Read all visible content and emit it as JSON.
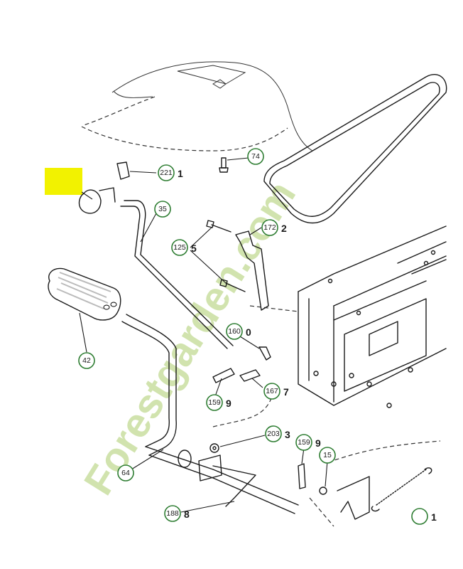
{
  "highlight": {
    "color": "#f2f200"
  },
  "watermark": {
    "text": "Forestgarden.com",
    "color_green": "#c9dfa0",
    "color_orange": "#f5c890"
  },
  "tag_color": "#2e7d32",
  "callouts": [
    {
      "id": "221",
      "qty": "1"
    },
    {
      "id": "74",
      "qty": ""
    },
    {
      "id": "35",
      "qty": ""
    },
    {
      "id": "172",
      "qty": "2"
    },
    {
      "id": "125",
      "qty": "5"
    },
    {
      "id": "42",
      "qty": ""
    },
    {
      "id": "160",
      "qty": "0"
    },
    {
      "id": "167",
      "qty": "7"
    },
    {
      "id": "159",
      "qty": "9"
    },
    {
      "id": "203",
      "qty": "3"
    },
    {
      "id": "159",
      "qty": "9"
    },
    {
      "id": "15",
      "qty": ""
    },
    {
      "id": "64",
      "qty": ""
    },
    {
      "id": "188",
      "qty": "8"
    },
    {
      "id": "",
      "qty": "1"
    }
  ]
}
